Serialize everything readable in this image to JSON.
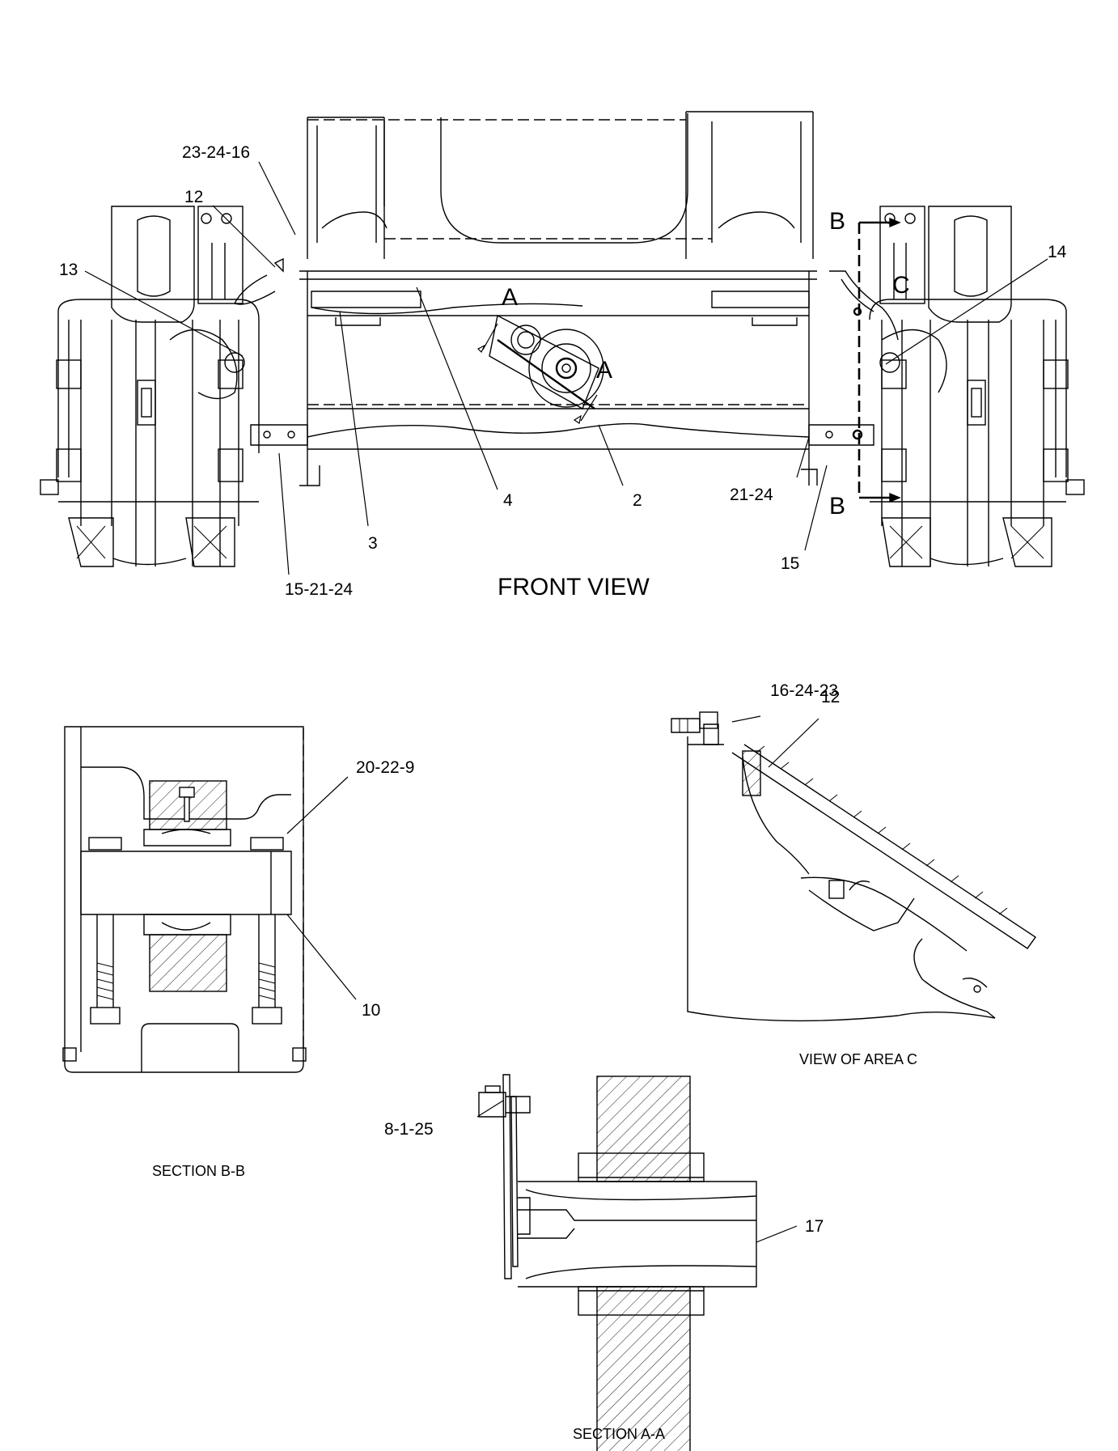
{
  "views": {
    "front_view": "FRONT VIEW",
    "section_bb": "SECTION B-B",
    "view_area_c": "VIEW OF AREA C",
    "section_aa": "SECTION A-A"
  },
  "section_markers": {
    "a_top": "A",
    "a_right": "A",
    "b_top": "B",
    "b_bottom": "B",
    "c": "C"
  },
  "callouts": {
    "c_23_24_16": "23-24-16",
    "c_12_front": "12",
    "c_13": "13",
    "c_14": "14",
    "c_4": "4",
    "c_2": "2",
    "c_3": "3",
    "c_15_21_24": "15-21-24",
    "c_21_24": "21-24",
    "c_15": "15",
    "c_16_24_23": "16-24-23",
    "c_12_area_c": "12",
    "c_20_22_9": "20-22-9",
    "c_10": "10",
    "c_8_1_25": "8-1-25",
    "c_17": "17"
  }
}
